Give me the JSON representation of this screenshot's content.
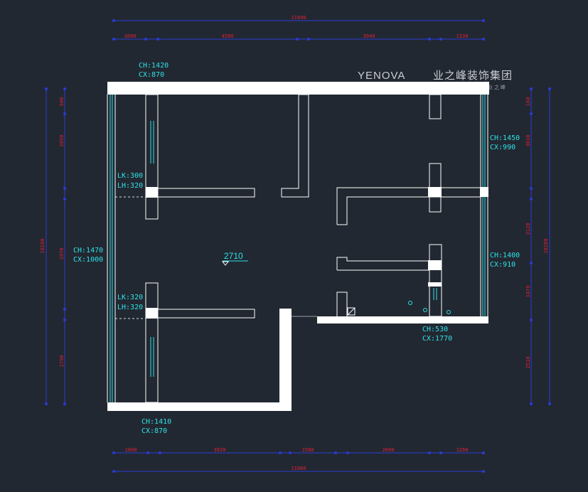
{
  "logo": {
    "brand": "YENOVA",
    "chinese": "业之峰装饰集团",
    "sub": "业 之 峰"
  },
  "ceiling_height": "2710",
  "dimensions": {
    "top_total": "11990",
    "top_segments": [
      "1000",
      "4580",
      "3940",
      "1330"
    ],
    "bottom_total": "11960",
    "bottom_segments": [
      "1000",
      "3920",
      "1580",
      "2680",
      "1260"
    ],
    "left_total": "10200",
    "left_segments": [
      "500",
      "2050",
      "1970",
      "1790"
    ],
    "right_total": "10280",
    "right_segments": [
      "160",
      "3010",
      "2120",
      "1470",
      "2510"
    ]
  },
  "annotations": {
    "top_window": [
      "CH:1420",
      "CX:870"
    ],
    "left_window": [
      "CH:1470",
      "CX:1000"
    ],
    "bottom_window": [
      "CH:1410",
      "CX:870"
    ],
    "right_upper": [
      "CH:1450",
      "CX:990"
    ],
    "right_lower": [
      "CH:1400",
      "CX:910"
    ],
    "bottom_right": [
      "CH:530",
      "CX:1770"
    ],
    "door_upper": [
      "LK:300",
      "LH:320"
    ],
    "door_lower": [
      "LK:320",
      "LH:320"
    ]
  },
  "colors": {
    "background": "#222831",
    "wall": "#ffffff",
    "dimension": "#e0203a",
    "annotation": "#2fe0e8",
    "dim_line": "#2a3bd8"
  }
}
